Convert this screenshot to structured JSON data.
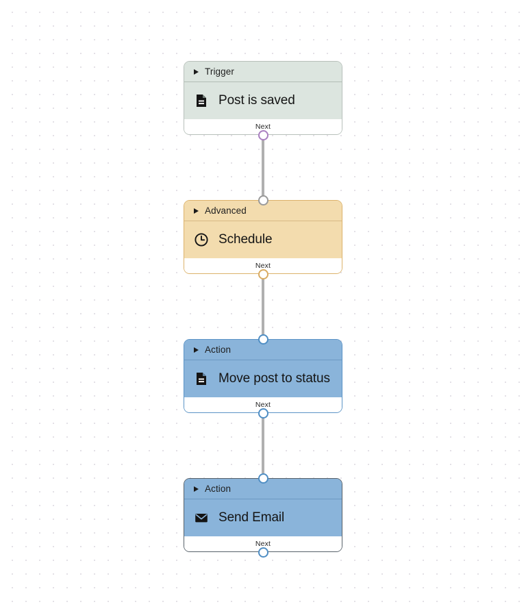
{
  "canvas": {
    "grid_dot_color": "#e3e0e6",
    "background_color": "#ffffff",
    "edge_color": "#b0b0b0"
  },
  "flow": {
    "footer_label": "Next",
    "nodes": [
      {
        "id": "trigger-post-is-saved",
        "category": "Trigger",
        "title": "Post is saved",
        "icon": "document-icon",
        "footer_label": "Next",
        "fill_color": "#dce5df",
        "border_color": "#b7c0ba",
        "output_handle_color": "#a97fc0",
        "input_handle_color": null
      },
      {
        "id": "advanced-schedule",
        "category": "Advanced",
        "title": "Schedule",
        "icon": "clock-icon",
        "footer_label": "Next",
        "fill_color": "#f3dcae",
        "border_color": "#dcb26a",
        "output_handle_color": "#d9ab62",
        "input_handle_color": "#9a9a9a"
      },
      {
        "id": "action-move-post-to-status",
        "category": "Action",
        "title": "Move post to status",
        "icon": "document-icon",
        "footer_label": "Next",
        "fill_color": "#8ab4da",
        "border_color": "#5a93c6",
        "output_handle_color": "#4f8ec4",
        "input_handle_color": "#4f8ec4"
      },
      {
        "id": "action-send-email",
        "category": "Action",
        "title": "Send Email",
        "icon": "envelope-icon",
        "footer_label": "Next",
        "fill_color": "#8ab4da",
        "border_color": "#566069",
        "output_handle_color": "#4f8ec4",
        "input_handle_color": "#4f8ec4"
      }
    ],
    "edges": [
      {
        "from": "trigger-post-is-saved",
        "to": "advanced-schedule"
      },
      {
        "from": "advanced-schedule",
        "to": "action-move-post-to-status"
      },
      {
        "from": "action-move-post-to-status",
        "to": "action-send-email"
      }
    ]
  }
}
